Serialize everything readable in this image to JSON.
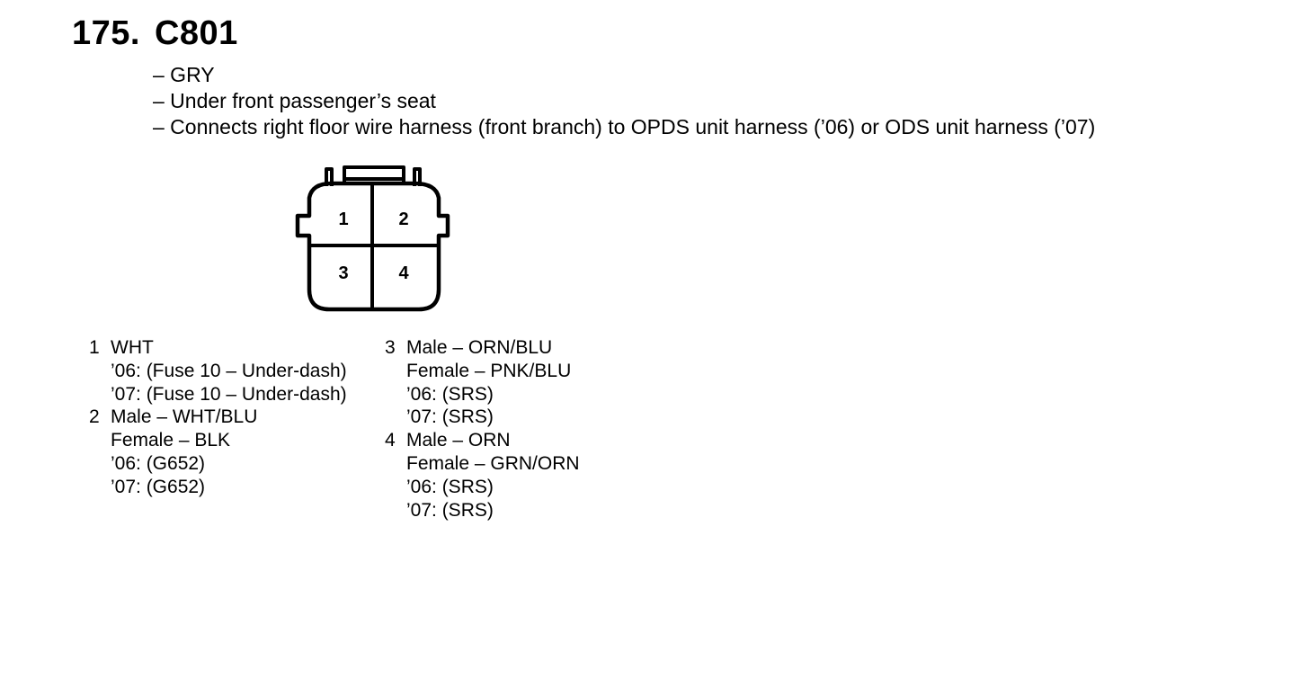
{
  "header": {
    "number": "175.",
    "connector_id": "C801"
  },
  "notes": [
    "– GRY",
    "– Under front passenger’s seat",
    "– Connects right floor wire harness (front branch) to OPDS unit harness (’06) or ODS unit harness (’07)"
  ],
  "diagram": {
    "cavity_labels": [
      "1",
      "2",
      "3",
      "4"
    ]
  },
  "pins_left": [
    {
      "number": "1",
      "lines": [
        "WHT",
        "’06:  (Fuse 10 – Under-dash)",
        "’07:  (Fuse 10 – Under-dash)"
      ]
    },
    {
      "number": "2",
      "lines": [
        "Male – WHT/BLU",
        "Female – BLK",
        "’06: (G652)",
        "’07: (G652)"
      ]
    }
  ],
  "pins_right": [
    {
      "number": "3",
      "lines": [
        "Male – ORN/BLU",
        "Female – PNK/BLU",
        "’06: (SRS)",
        "’07: (SRS)"
      ]
    },
    {
      "number": "4",
      "lines": [
        "Male – ORN",
        "Female – GRN/ORN",
        "’06: (SRS)",
        "’07: (SRS)"
      ]
    }
  ]
}
